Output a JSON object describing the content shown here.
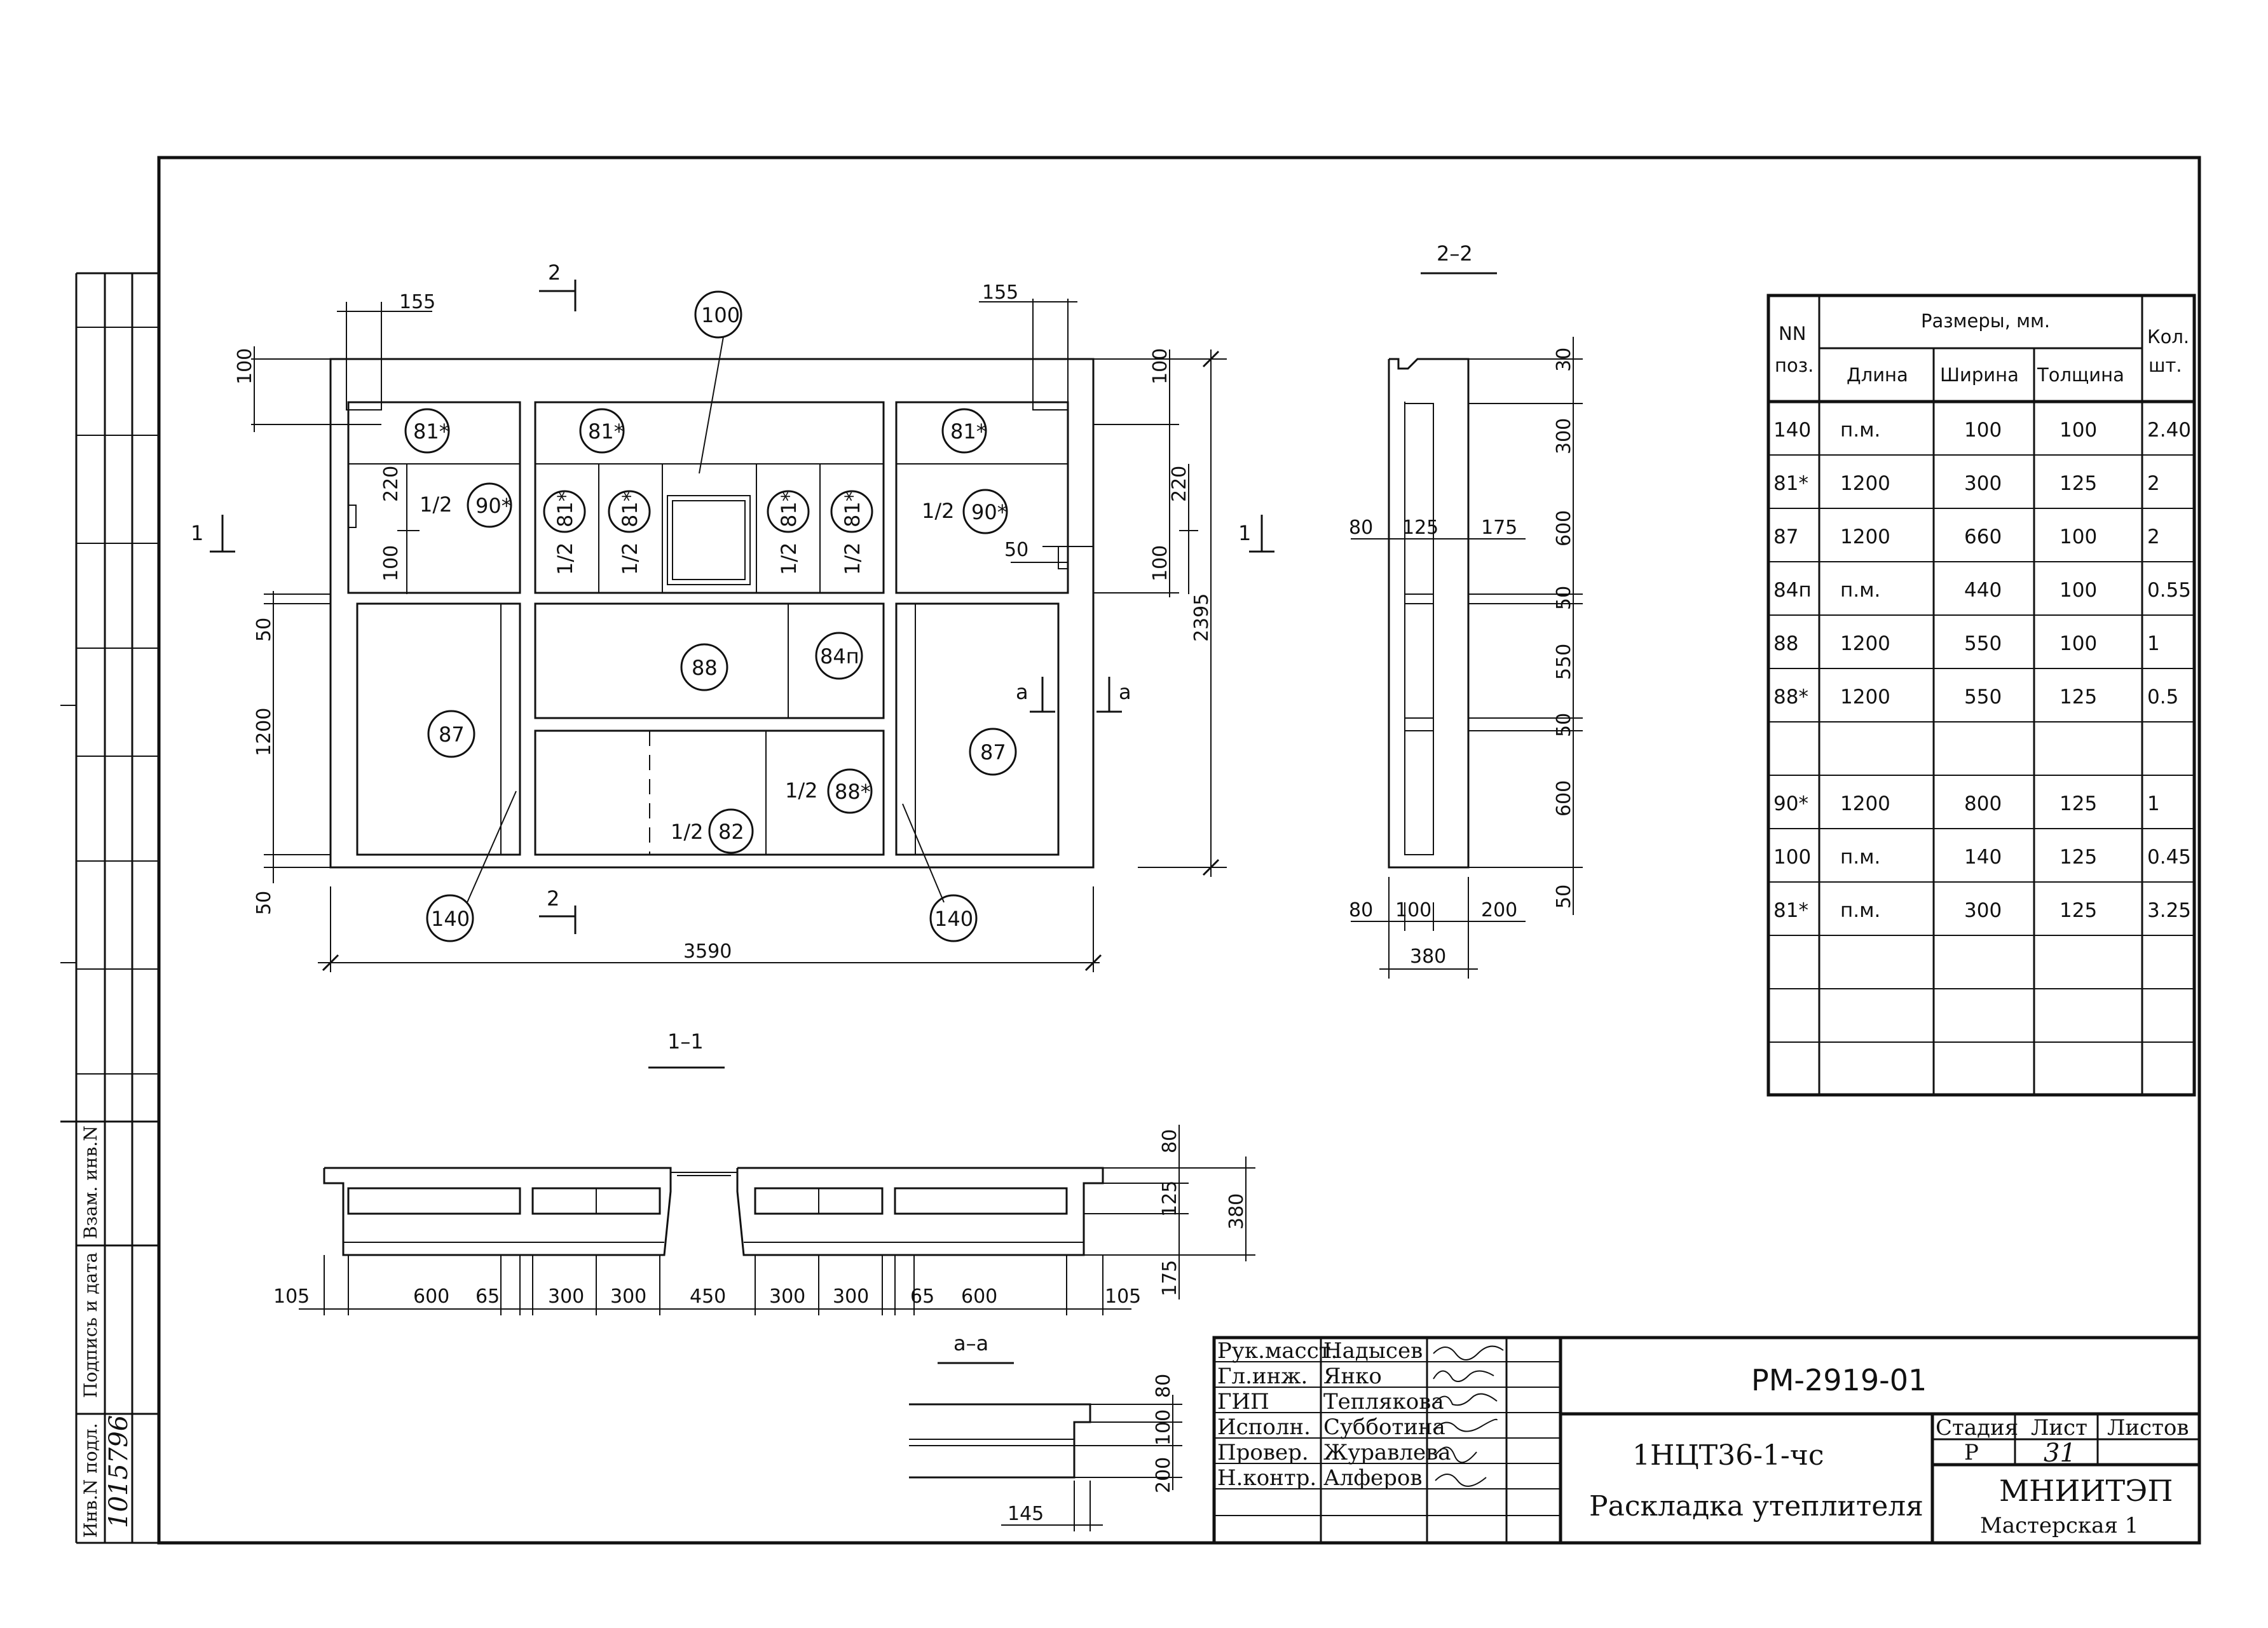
{
  "sections": {
    "s11": "1–1",
    "s22": "2–2",
    "saa": "a–a"
  },
  "cut_marks": {
    "c1": "1",
    "c2": "2",
    "ca": "a"
  },
  "plan": {
    "dims": {
      "d155": "155",
      "d100": "100",
      "d220": "220",
      "d50": "50",
      "d1200": "1200",
      "d2395": "2395",
      "d3590": "3590",
      "d30": "30",
      "d300": "300",
      "d600": "600",
      "d550": "550",
      "d80": "80",
      "d125": "125",
      "d175": "175",
      "d200": "200",
      "d380": "380"
    },
    "marks": {
      "m81s": "81*",
      "m90s": "90*",
      "m100": "100",
      "m87": "87",
      "m88": "88",
      "m84p": "84п",
      "m82": "82",
      "m88s": "88*",
      "m140": "140",
      "half": "1/2"
    }
  },
  "section11": {
    "dims": [
      "105",
      "600",
      "65",
      "300",
      "300",
      "450",
      "300",
      "300",
      "65",
      "600",
      "105"
    ],
    "vdims": {
      "v80": "80",
      "v125": "125",
      "v175": "175",
      "v380": "380"
    }
  },
  "sectionaa": {
    "v80": "80",
    "v100": "100",
    "v200": "200",
    "h145": "145"
  },
  "spec_table": {
    "header": {
      "nn": "NN",
      "pos": "поз.",
      "sizes": "Размеры, мм.",
      "len": "Длина",
      "wid": "Ширина",
      "thk": "Толщина",
      "qty": "Кол.",
      "qty2": "шт."
    },
    "rows": [
      [
        "140",
        "п.м.",
        "100",
        "100",
        "2.40"
      ],
      [
        "81*",
        "1200",
        "300",
        "125",
        "2"
      ],
      [
        "87",
        "1200",
        "660",
        "100",
        "2"
      ],
      [
        "84п",
        "п.м.",
        "440",
        "100",
        "0.55"
      ],
      [
        "88",
        "1200",
        "550",
        "100",
        "1"
      ],
      [
        "88*",
        "1200",
        "550",
        "125",
        "0.5"
      ],
      [
        "",
        "",
        "",
        "",
        ""
      ],
      [
        "90*",
        "1200",
        "800",
        "125",
        "1"
      ],
      [
        "100",
        "п.м.",
        "140",
        "125",
        "0.45"
      ],
      [
        "81*",
        "п.м.",
        "300",
        "125",
        "3.25"
      ],
      [
        "",
        "",
        "",
        "",
        ""
      ],
      [
        "",
        "",
        "",
        "",
        ""
      ],
      [
        "",
        "",
        "",
        "",
        ""
      ]
    ]
  },
  "title_block": {
    "roles": [
      "Рук.масст.",
      "Гл.инж.",
      "ГИП",
      "Исполн.",
      "Провер.",
      "Н.контр."
    ],
    "names": [
      "Надысев",
      "Янко",
      "Теплякова",
      "Субботина",
      "Журавлева",
      "Алферов"
    ],
    "code": "РМ-2919-01",
    "object": "1НЦТ36-1-чс",
    "title": "Раскладка утеплителя",
    "stage_h": "Стадия",
    "sheet_h": "Лист",
    "sheets_h": "Листов",
    "stage": "Р",
    "sheet": "31",
    "sheets": "",
    "org": "МНИИТЭП",
    "dept": "Мастерская 1"
  },
  "side_stamp": {
    "inv_podl": "Инв.N подл.",
    "sign_date": "Подпись и дата",
    "vzam": "Взам. инв.N",
    "inv_value": "1015796"
  }
}
